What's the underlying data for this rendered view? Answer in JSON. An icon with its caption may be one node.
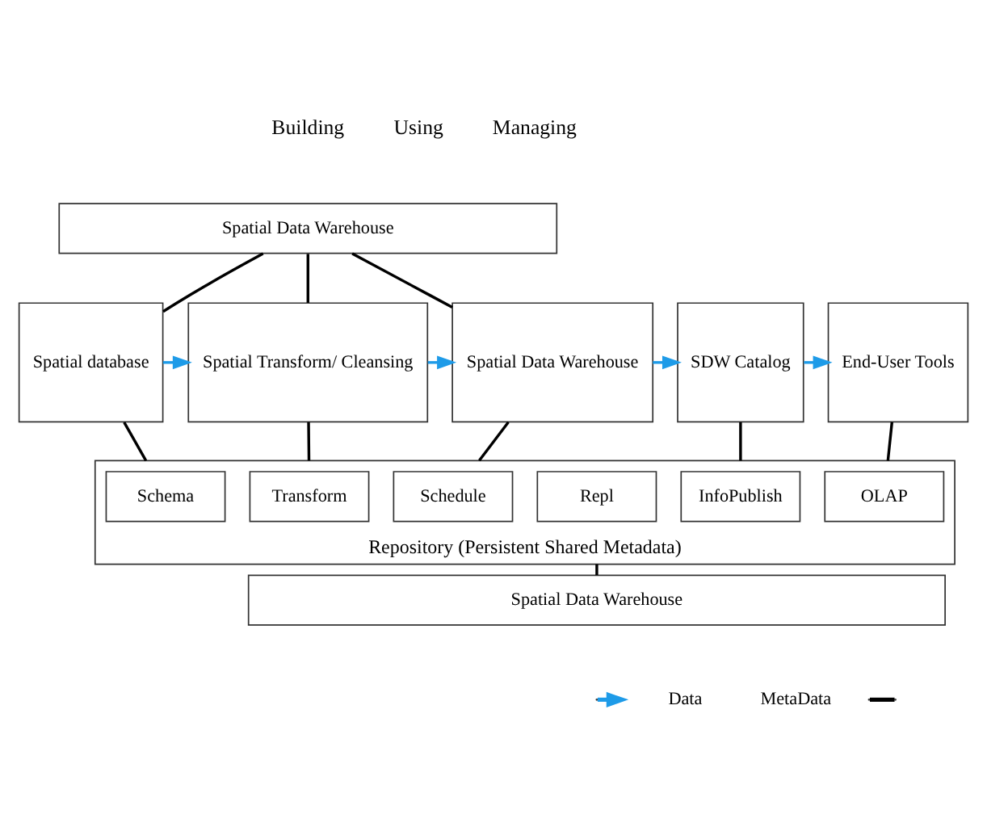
{
  "diagram": {
    "nodes": [
      {
        "text": [
          "Spatial Data Warehouse"
        ]
      },
      {
        "text": [
          "Spatial database"
        ]
      },
      {
        "text": [
          "Spatial Transform/ Cleansing"
        ]
      },
      {
        "text": [
          "Spatial Data Warehouse"
        ]
      },
      {
        "text": [
          "SDW Catalog"
        ]
      },
      {
        "text": [
          "End-User Tools"
        ]
      },
      {
        "text": [
          "Repository (Persistent Shared Metadata)"
        ]
      },
      {
        "text": [
          "Schema"
        ],
        "in": 6
      },
      {
        "text": [
          "Transform"
        ],
        "in": 6
      },
      {
        "text": [
          "Schedule"
        ],
        "in": 6
      },
      {
        "text": [
          "Repl"
        ],
        "in": 6
      },
      {
        "text": [
          "InfoPublish"
        ],
        "in": 6
      },
      {
        "text": [
          "OLAP"
        ],
        "in": 6
      },
      {
        "text": [
          "Spatial Data Warehouse"
        ]
      }
    ],
    "edges": [
      {
        "from": 0,
        "to": 1,
        "arrow": "none"
      },
      {
        "from": 0,
        "to": 2,
        "arrow": "none"
      },
      {
        "from": 0,
        "to": 3,
        "arrow": "none"
      },
      {
        "from": 1,
        "to": 2,
        "arrow": "to",
        "color": "#1e9be8"
      },
      {
        "from": 2,
        "to": 3,
        "arrow": "to",
        "color": "#1e9be8"
      },
      {
        "from": 3,
        "to": 4,
        "arrow": "to",
        "color": "#1e9be8"
      },
      {
        "from": 4,
        "to": 5,
        "arrow": "to",
        "color": "#1e9be8"
      },
      {
        "from": 1,
        "to": 6,
        "arrow": "none"
      },
      {
        "from": 2,
        "to": 6,
        "arrow": "none"
      },
      {
        "from": 3,
        "to": 6,
        "arrow": "none"
      },
      {
        "from": 4,
        "to": 6,
        "arrow": "none"
      },
      {
        "from": 5,
        "to": 6,
        "arrow": "none"
      },
      {
        "from": 6,
        "to": 13,
        "arrow": "none"
      }
    ],
    "labels": [
      "Building",
      "Using",
      "Managing"
    ],
    "legend": [
      {
        "text": "Data"
      },
      {
        "text": "MetaData"
      }
    ]
  }
}
